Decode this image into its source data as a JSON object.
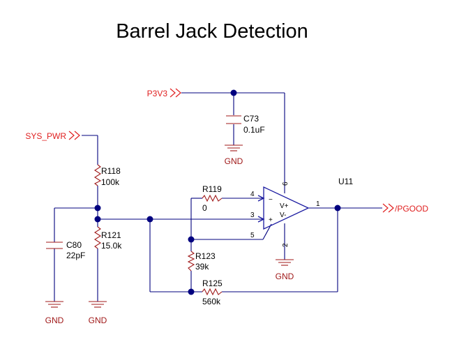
{
  "title": "Barrel Jack Detection",
  "colors": {
    "wire": "#00007f",
    "component": "#a01a1a",
    "net_label": "#e02020",
    "ground_label": "#a01a1a",
    "opamp": "#1a1aa0"
  },
  "nets": {
    "p3v3": "P3V3",
    "sys_pwr": "SYS_PWR",
    "pgood": "/PGOOD"
  },
  "components": {
    "c73": {
      "ref": "C73",
      "value": "0.1uF"
    },
    "r118": {
      "ref": "R118",
      "value": "100k"
    },
    "r119": {
      "ref": "R119",
      "value": "0"
    },
    "r121": {
      "ref": "R121",
      "value": "15.0k"
    },
    "c80": {
      "ref": "C80",
      "value": "22pF"
    },
    "r123": {
      "ref": "R123",
      "value": "39k"
    },
    "r125": {
      "ref": "R125",
      "value": "560k"
    },
    "u11": {
      "ref": "U11",
      "supply_pos": "V+",
      "supply_neg": "V-",
      "inv_sign": "−",
      "noninv_sign": "+",
      "pins": {
        "out": "1",
        "gnd": "2",
        "noninv": "3",
        "inv": "4",
        "p5": "5",
        "vcc": "6"
      }
    }
  },
  "grounds": {
    "c73": "GND",
    "u11": "GND",
    "c80": "GND",
    "r121": "GND"
  }
}
